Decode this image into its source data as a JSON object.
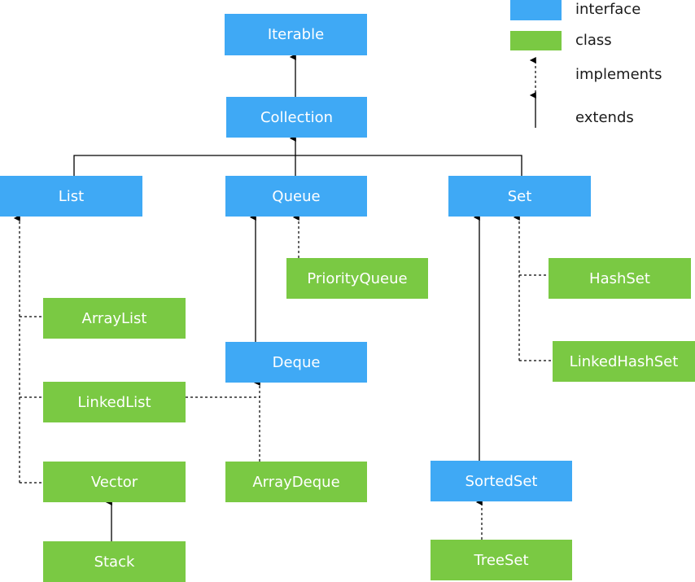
{
  "colors": {
    "interface": "#3fa9f5",
    "class": "#7ac943",
    "line": "#000000"
  },
  "legend": {
    "interface": "interface",
    "class": "class",
    "implements": "implements",
    "extends": "extends"
  },
  "nodes": {
    "iterable": "Iterable",
    "collection": "Collection",
    "list": "List",
    "queue": "Queue",
    "set": "Set",
    "arraylist": "ArrayList",
    "linkedlist": "LinkedList",
    "vector": "Vector",
    "stack": "Stack",
    "priorityqueue": "PriorityQueue",
    "deque": "Deque",
    "arraydeque": "ArrayDeque",
    "hashset": "HashSet",
    "linkedhashset": "LinkedHashSet",
    "sortedset": "SortedSet",
    "treeset": "TreeSet"
  },
  "edges": [
    {
      "from": "Collection",
      "to": "Iterable",
      "relation": "extends"
    },
    {
      "from": "List",
      "to": "Collection",
      "relation": "extends"
    },
    {
      "from": "Queue",
      "to": "Collection",
      "relation": "extends"
    },
    {
      "from": "Set",
      "to": "Collection",
      "relation": "extends"
    },
    {
      "from": "ArrayList",
      "to": "List",
      "relation": "implements"
    },
    {
      "from": "LinkedList",
      "to": "List",
      "relation": "implements"
    },
    {
      "from": "Vector",
      "to": "List",
      "relation": "implements"
    },
    {
      "from": "Stack",
      "to": "Vector",
      "relation": "extends"
    },
    {
      "from": "PriorityQueue",
      "to": "Queue",
      "relation": "implements"
    },
    {
      "from": "Deque",
      "to": "Queue",
      "relation": "extends"
    },
    {
      "from": "LinkedList",
      "to": "Deque",
      "relation": "implements"
    },
    {
      "from": "ArrayDeque",
      "to": "Deque",
      "relation": "implements"
    },
    {
      "from": "HashSet",
      "to": "Set",
      "relation": "implements"
    },
    {
      "from": "LinkedHashSet",
      "to": "Set",
      "relation": "implements"
    },
    {
      "from": "SortedSet",
      "to": "Set",
      "relation": "extends"
    },
    {
      "from": "TreeSet",
      "to": "SortedSet",
      "relation": "implements"
    }
  ]
}
